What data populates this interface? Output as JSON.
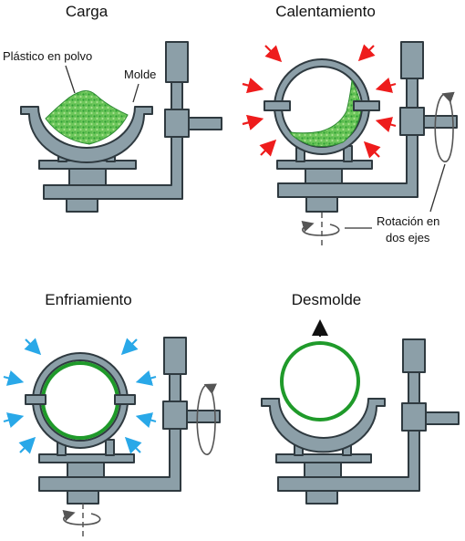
{
  "stages": {
    "loading": {
      "title": "Carga",
      "powder_label": "Plástico en polvo",
      "mold_label": "Molde"
    },
    "heating": {
      "title": "Calentamiento",
      "rotation_label_line1": "Rotación en",
      "rotation_label_line2": "dos ejes"
    },
    "cooling": {
      "title": "Enfriamiento"
    },
    "demolding": {
      "title": "Desmolde"
    }
  },
  "colors": {
    "steel": "#8c9fa8",
    "outline": "#2f3a40",
    "plastic_green": "#5fbf4f",
    "plastic_dark": "#1f9a2a",
    "heat_arrow": "#ee1c1c",
    "cool_arrow": "#29a8e8"
  }
}
